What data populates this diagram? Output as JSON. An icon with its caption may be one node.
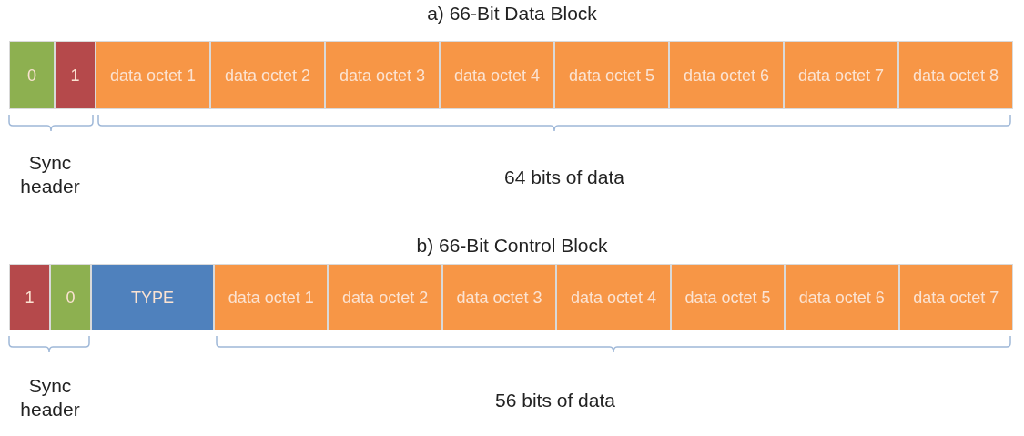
{
  "diagram": {
    "nodes": [
      {
        "text": [
          "0"
        ]
      },
      {
        "text": [
          "1"
        ]
      },
      {
        "text": [
          "data octet 1"
        ]
      },
      {
        "text": [
          "data octet 2"
        ]
      },
      {
        "text": [
          "data octet 3"
        ]
      },
      {
        "text": [
          "data octet 4"
        ]
      },
      {
        "text": [
          "data octet 5"
        ]
      },
      {
        "text": [
          "data octet 6"
        ]
      },
      {
        "text": [
          "data octet 7"
        ]
      },
      {
        "text": [
          "data octet 8"
        ]
      },
      {
        "text": [
          "1"
        ]
      },
      {
        "text": [
          "0"
        ]
      },
      {
        "text": [
          "TYPE"
        ]
      },
      {
        "text": [
          "data octet 1"
        ]
      },
      {
        "text": [
          "data octet 2"
        ]
      },
      {
        "text": [
          "data octet 3"
        ]
      },
      {
        "text": [
          "data octet 4"
        ]
      },
      {
        "text": [
          "data octet 5"
        ]
      },
      {
        "text": [
          "data octet 6"
        ]
      },
      {
        "text": [
          "data octet 7"
        ]
      }
    ],
    "labels": [
      "a) 66-Bit Data Block",
      "Sync header",
      "64 bits of data",
      "b) 66-Bit Control Block",
      "Sync header",
      "56 bits of data"
    ]
  }
}
